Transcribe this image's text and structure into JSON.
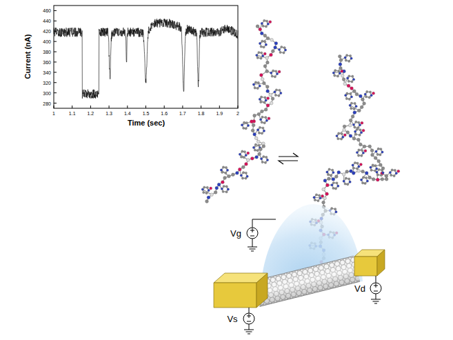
{
  "diagram": {
    "labels": [
      "Current (nA)",
      "Time (sec)",
      "460",
      "440",
      "420",
      "400",
      "380",
      "360",
      "340",
      "320",
      "300",
      "280",
      "1",
      "1.1",
      "1.2",
      "1.3",
      "1.4",
      "1.5",
      "1.6",
      "1.7",
      "1.8",
      "1.9",
      "2",
      "Vg",
      "Vs",
      "Vd"
    ]
  }
}
